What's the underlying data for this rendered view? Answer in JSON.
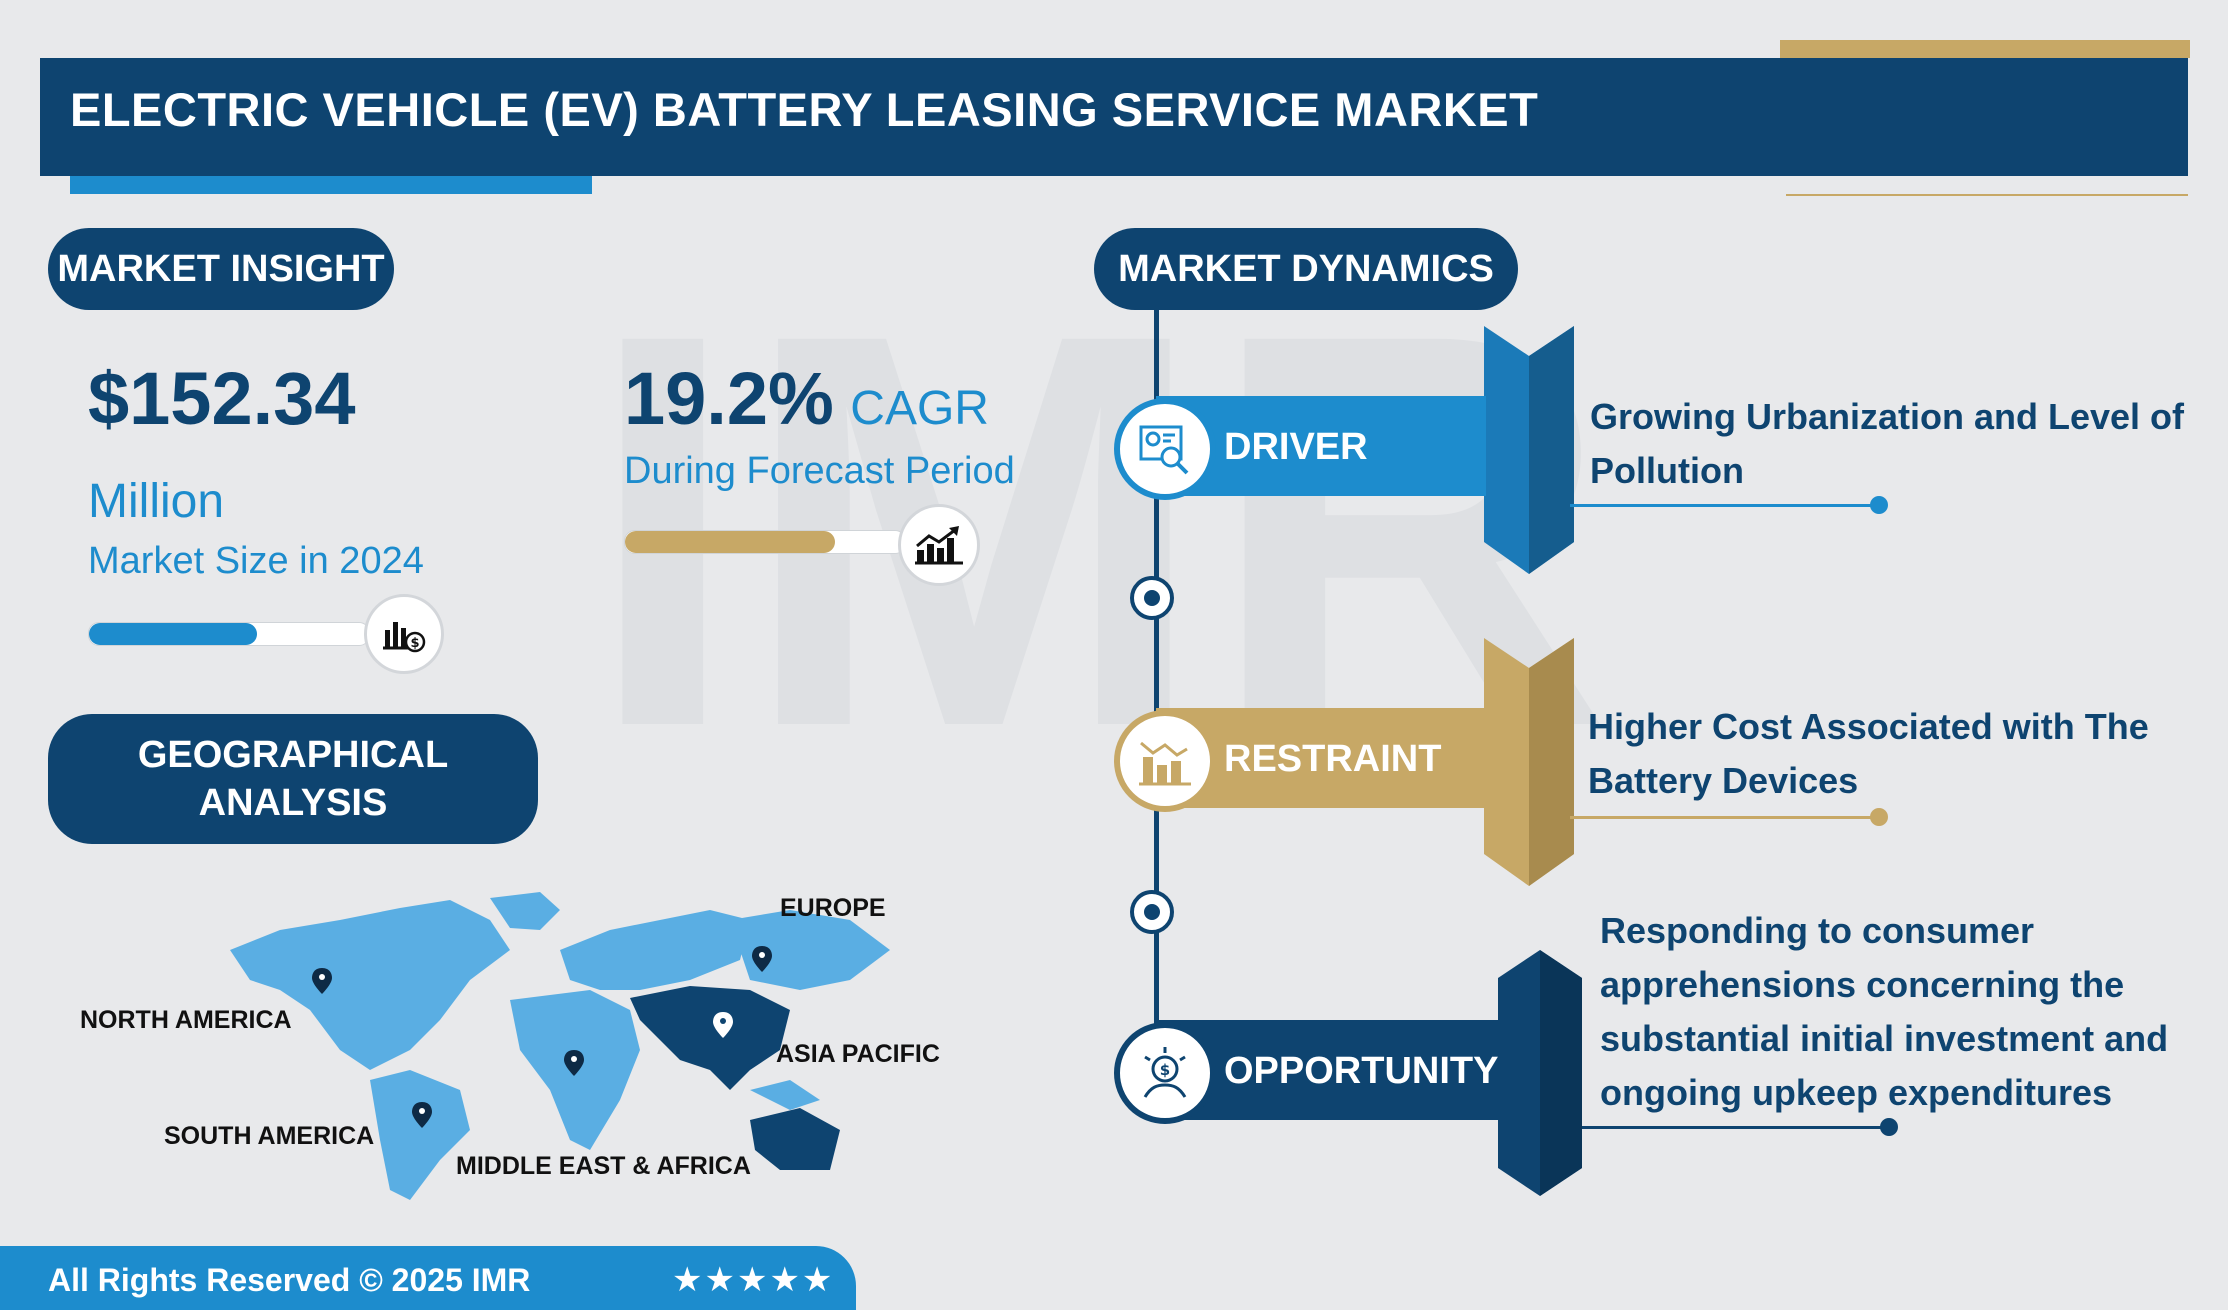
{
  "header": {
    "title": "ELECTRIC VEHICLE (EV) BATTERY LEASING SERVICE MARKET"
  },
  "insight": {
    "heading": "MARKET INSIGHT",
    "market_size_value": "$152.34",
    "market_size_unit": "Million",
    "market_size_label": "Market Size in 2024",
    "market_size_fill": 0.6,
    "cagr_value": "19.2%",
    "cagr_label": "CAGR",
    "cagr_sub": "During Forecast Period",
    "cagr_fill": 0.75
  },
  "geo": {
    "heading_line1": "GEOGRAPHICAL",
    "heading_line2": "ANALYSIS",
    "regions": {
      "north_america": "NORTH AMERICA",
      "south_america": "SOUTH AMERICA",
      "europe": "EUROPE",
      "asia_pacific": "ASIA PACIFIC",
      "mea": "MIDDLE EAST & AFRICA"
    }
  },
  "dynamics": {
    "heading": "MARKET DYNAMICS",
    "driver": {
      "label": "DRIVER",
      "line1": "Growing Urbanization and Level of",
      "line2": "Pollution"
    },
    "restraint": {
      "label": "RESTRAINT",
      "line1": "Higher Cost Associated with The",
      "line2": "Battery Devices"
    },
    "opportunity": {
      "label": "OPPORTUNITY",
      "line1": "Responding to consumer",
      "line2": "apprehensions concerning the",
      "line3": "substantial initial investment and",
      "line4": "ongoing upkeep expenditures"
    }
  },
  "footer": {
    "copyright": "All Rights Reserved © 2025 IMR",
    "stars": "★★★★★"
  },
  "colors": {
    "navy": "#0e4470",
    "blue": "#1d8ccd",
    "gold": "#c7a866",
    "map_light": "#5aaee3",
    "map_dark": "#0e4470"
  },
  "icons": [
    "chart-magnifier-icon",
    "bar-chart-dollar-icon",
    "growth-chart-icon",
    "falling-buildings-icon",
    "idea-dollar-icon",
    "location-pin-icon"
  ]
}
